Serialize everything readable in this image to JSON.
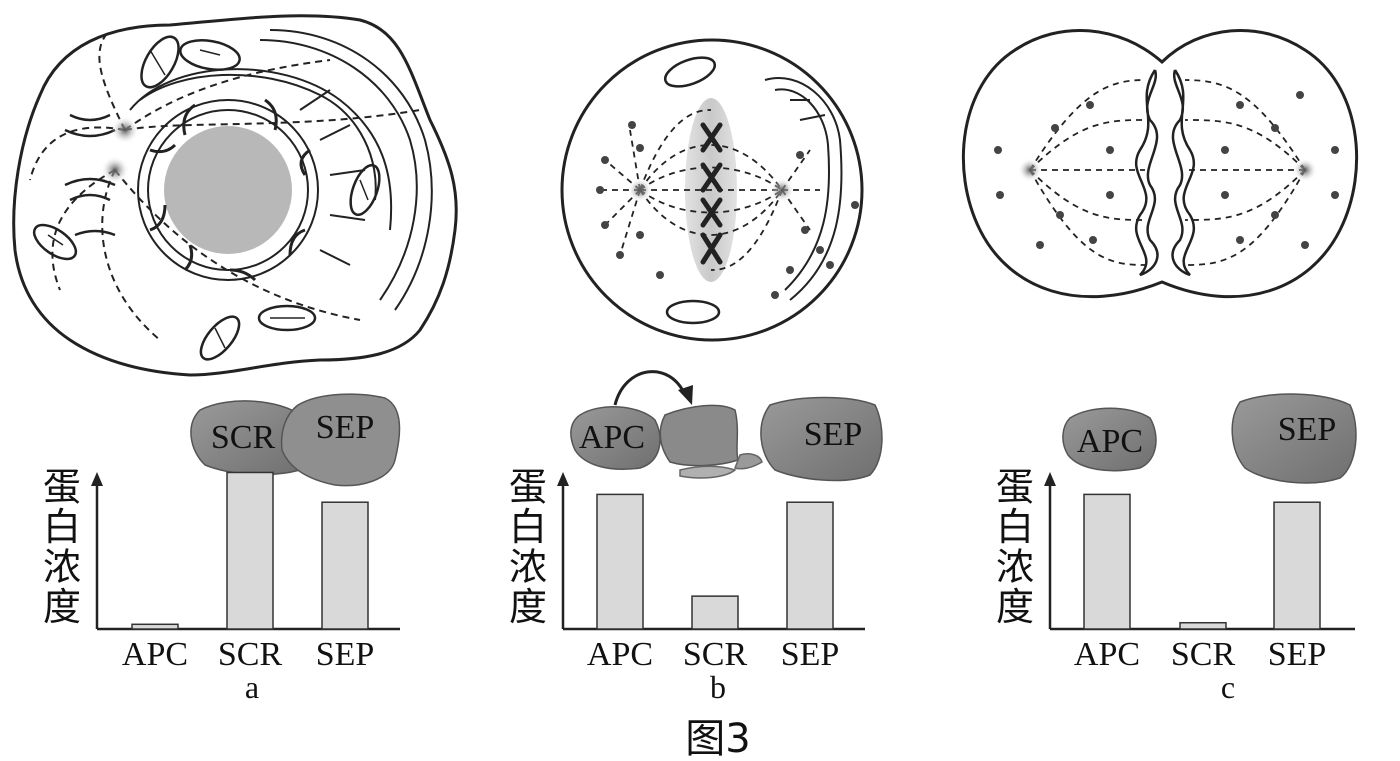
{
  "figure_caption": "图3",
  "panels": [
    {
      "id": "a",
      "label": "a",
      "ylabel_chars": [
        "蛋",
        "白",
        "浓",
        "度"
      ],
      "protein_blobs": [
        {
          "name": "SCR",
          "label": "SCR"
        },
        {
          "name": "SEP",
          "label": "SEP"
        }
      ]
    },
    {
      "id": "b",
      "label": "b",
      "ylabel_chars": [
        "蛋",
        "白",
        "浓",
        "度"
      ],
      "protein_blobs": [
        {
          "name": "APC",
          "label": "APC"
        },
        {
          "name": "SEP",
          "label": "SEP"
        }
      ]
    },
    {
      "id": "c",
      "label": "c",
      "ylabel_chars": [
        "蛋",
        "白",
        "浓",
        "度"
      ],
      "protein_blobs": [
        {
          "name": "APC",
          "label": "APC"
        },
        {
          "name": "SEP",
          "label": "SEP"
        }
      ]
    }
  ],
  "chart_data": [
    {
      "type": "bar",
      "panel": "a",
      "categories": [
        "APC",
        "SCR",
        "SEP"
      ],
      "values": [
        3,
        100,
        81
      ],
      "ylabel": "蛋白浓度",
      "ylim": [
        0,
        115
      ]
    },
    {
      "type": "bar",
      "panel": "b",
      "categories": [
        "APC",
        "SCR",
        "SEP"
      ],
      "values": [
        86,
        21,
        81
      ],
      "ylabel": "蛋白浓度",
      "ylim": [
        0,
        115
      ]
    },
    {
      "type": "bar",
      "panel": "c",
      "categories": [
        "APC",
        "SCR",
        "SEP"
      ],
      "values": [
        86,
        4,
        81
      ],
      "ylabel": "蛋白浓度",
      "ylim": [
        0,
        115
      ]
    }
  ],
  "colors": {
    "bar_fill": "#d9d9d9",
    "bar_stroke": "#333333",
    "blob_dark": "#8a8a8a",
    "blob_light": "#b5b5b5",
    "nucleus": "#b8b8b8",
    "line": "#222222"
  }
}
